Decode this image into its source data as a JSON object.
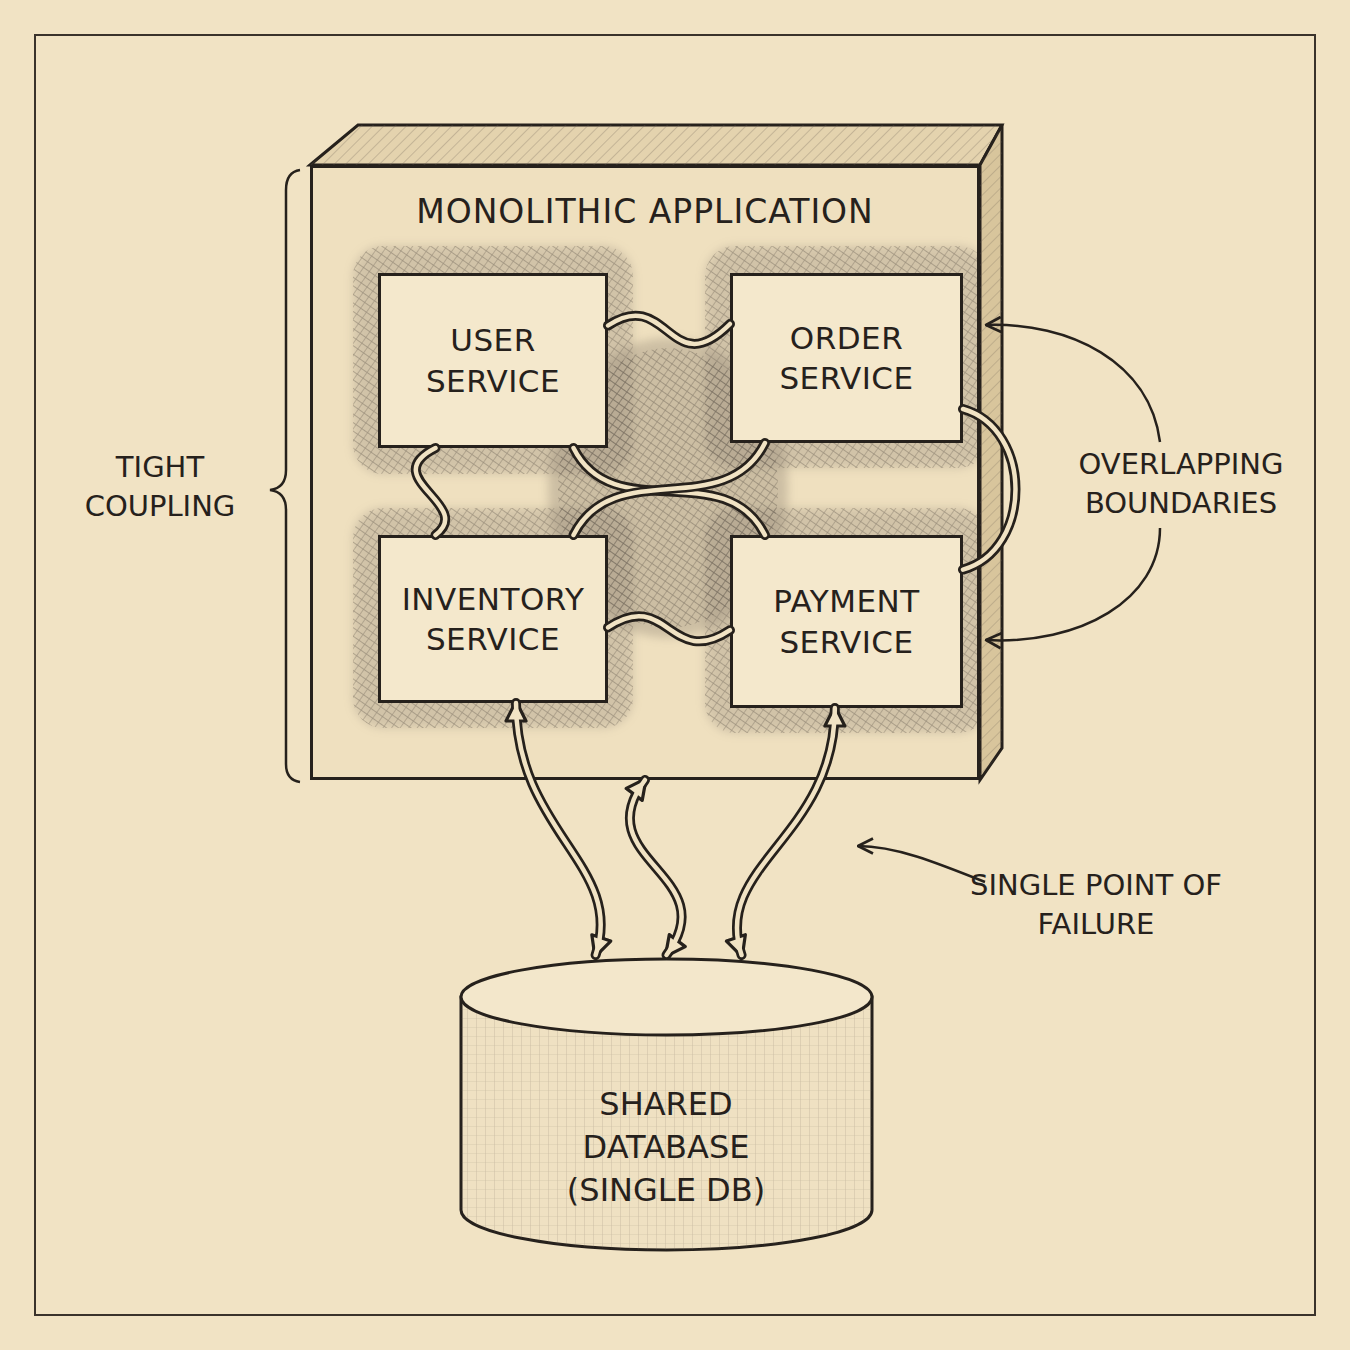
{
  "diagram": {
    "nodes": [
      {
        "text": [
          "MONOLITHIC APPLICATION"
        ]
      },
      {
        "text": [
          "USER SERVICE"
        ],
        "in": 0
      },
      {
        "text": [
          "ORDER SERVICE"
        ],
        "in": 0
      },
      {
        "text": [
          "INVENTORY SERVICE"
        ],
        "in": 0
      },
      {
        "text": [
          "PAYMENT SERVICE"
        ],
        "in": 0
      },
      {
        "text": [
          "SHARED DATABASE (SINGLE DB)"
        ]
      }
    ],
    "edges": [
      {
        "from": 1,
        "to": 2,
        "arrow": "none"
      },
      {
        "from": 1,
        "to": 3,
        "arrow": "none"
      },
      {
        "from": 2,
        "to": 4,
        "arrow": "none"
      },
      {
        "from": 3,
        "to": 4,
        "arrow": "none"
      },
      {
        "from": 1,
        "to": 4,
        "arrow": "none"
      },
      {
        "from": 2,
        "to": 3,
        "arrow": "none"
      },
      {
        "from": 3,
        "to": 5,
        "arrow": "both"
      },
      {
        "from": 4,
        "to": 5,
        "arrow": "both"
      },
      {
        "from": 0,
        "to": 5,
        "arrow": "both"
      }
    ],
    "labels": [
      "TIGHT COUPLING",
      "OVERLAPPING BOUNDARIES",
      "SINGLE POINT OF FAILURE"
    ]
  }
}
